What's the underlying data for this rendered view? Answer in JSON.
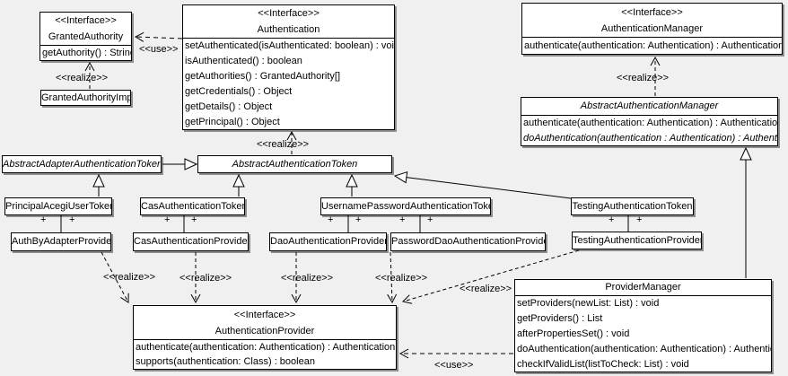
{
  "labels": {
    "interface": "<<Interface>>",
    "use": "<<use>>",
    "realize": "<<realize>>",
    "plus": "+"
  },
  "colors": {
    "background": "#f0f0f0",
    "box_fill": "#ffffff",
    "box_border": "#000000",
    "box_shadow": "#8e8e8e"
  },
  "classes": {
    "granted_authority": {
      "name": "GrantedAuthority",
      "methods": [
        "getAuthority() : String"
      ]
    },
    "granted_authority_impl": {
      "name": "GrantedAuthorityImpl"
    },
    "authentication": {
      "name": "Authentication",
      "methods": [
        "setAuthenticated(isAuthenticated: boolean) : void",
        "isAuthenticated() : boolean",
        "getAuthorities() : GrantedAuthority[]",
        "getCredentials() : Object",
        "getDetails() : Object",
        "getPrincipal() : Object"
      ]
    },
    "authentication_manager": {
      "name": "AuthenticationManager",
      "methods": [
        "authenticate(authentication: Authentication) : Authentication"
      ]
    },
    "abstract_authentication_manager": {
      "name": "AbstractAuthenticationManager",
      "methods": [
        "authenticate(authentication: Authentication) : Authentication",
        "doAuthentication(authentication : Authentication) : Authentication"
      ]
    },
    "abstract_adapter_authentication_token": {
      "name": "AbstractAdapterAuthenticationToken"
    },
    "abstract_authentication_token": {
      "name": "AbstractAuthenticationToken"
    },
    "principal_acegi_user_token": {
      "name": "PrincipalAcegiUserToken"
    },
    "cas_authentication_token": {
      "name": "CasAuthenticationToken"
    },
    "username_password_authentication_token": {
      "name": "UsernamePasswordAuthenticationToken"
    },
    "testing_authentication_token": {
      "name": "TestingAuthenticationToken"
    },
    "auth_by_adapter_provider": {
      "name": "AuthByAdapterProvider"
    },
    "cas_authentication_provider": {
      "name": "CasAuthenticationProvider"
    },
    "dao_authentication_provider": {
      "name": "DaoAuthenticationProvider"
    },
    "password_dao_authentication_provider": {
      "name": "PasswordDaoAuthenticationProvider"
    },
    "testing_authentication_provider": {
      "name": "TestingAuthenticationProvider"
    },
    "authentication_provider": {
      "name": "AuthenticationProvider",
      "methods": [
        "authenticate(authentication: Authentication) : Authentication",
        "supports(authentication: Class) : boolean"
      ]
    },
    "provider_manager": {
      "name": "ProviderManager",
      "methods": [
        "setProviders(newList: List) : void",
        "getProviders() : List",
        "afterPropertiesSet() : void",
        "doAuthentication(authentication: Authentication) : Authentication",
        "checkIfValidList(listToCheck: List) : void"
      ]
    }
  }
}
